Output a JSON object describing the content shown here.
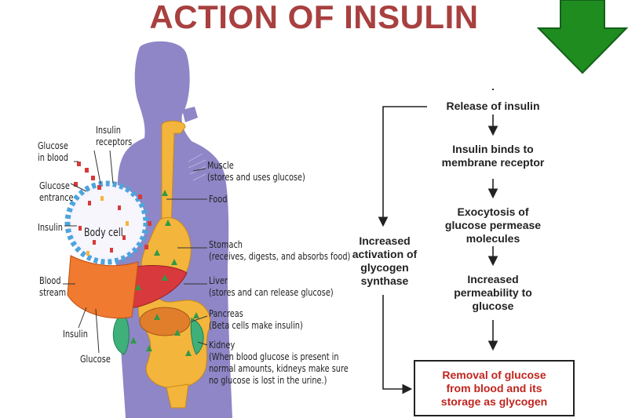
{
  "title": "ACTION OF INSULIN",
  "colors": {
    "title": "#a8403f",
    "arrow": "#1f8c1f",
    "body": "#8e86c6",
    "digestive": "#f4b53c",
    "liver": "#d8393c",
    "cell_receptors": "#4ea4dc",
    "final_text": "#c0241e"
  },
  "icons": {
    "arrow": "down-arrow-icon"
  },
  "diagram_labels": {
    "insulin_receptors": [
      "Insulin",
      "receptors"
    ],
    "glucose_in_blood": [
      "Glucose",
      "in blood"
    ],
    "glucose_entrance": [
      "Glucose",
      "entrance"
    ],
    "insulin": "Insulin",
    "body_cell": "Body cell",
    "blood_stream": [
      "Blood",
      "stream"
    ],
    "insulin_bottom": "Insulin",
    "glucose_bottom": "Glucose",
    "muscle": [
      "Muscle",
      "(stores and uses glucose)"
    ],
    "food": "Food",
    "stomach": [
      "Stomach",
      "(receives, digests, and absorbs food)"
    ],
    "liver": [
      "Liver",
      "(stores and can release glucose)"
    ],
    "pancreas": [
      "Pancreas",
      "(Beta cells make insulin)"
    ],
    "kidney": [
      "Kidney",
      "(When blood glucose is present in",
      "normal amounts, kidneys make sure",
      "no glucose is lost in the urine.)"
    ]
  },
  "flowchart": {
    "step1": "Release of insulin",
    "step2": [
      "Insulin binds to",
      "membrane receptor"
    ],
    "step3": [
      "Exocytosis of",
      "glucose permease",
      "molecules"
    ],
    "step4": [
      "Increased",
      "permeability to",
      "glucose"
    ],
    "side": [
      "Increased",
      "activation of",
      "glycogen",
      "synthase"
    ],
    "final": [
      "Removal of glucose",
      "from blood and its",
      "storage as glycogen"
    ]
  }
}
